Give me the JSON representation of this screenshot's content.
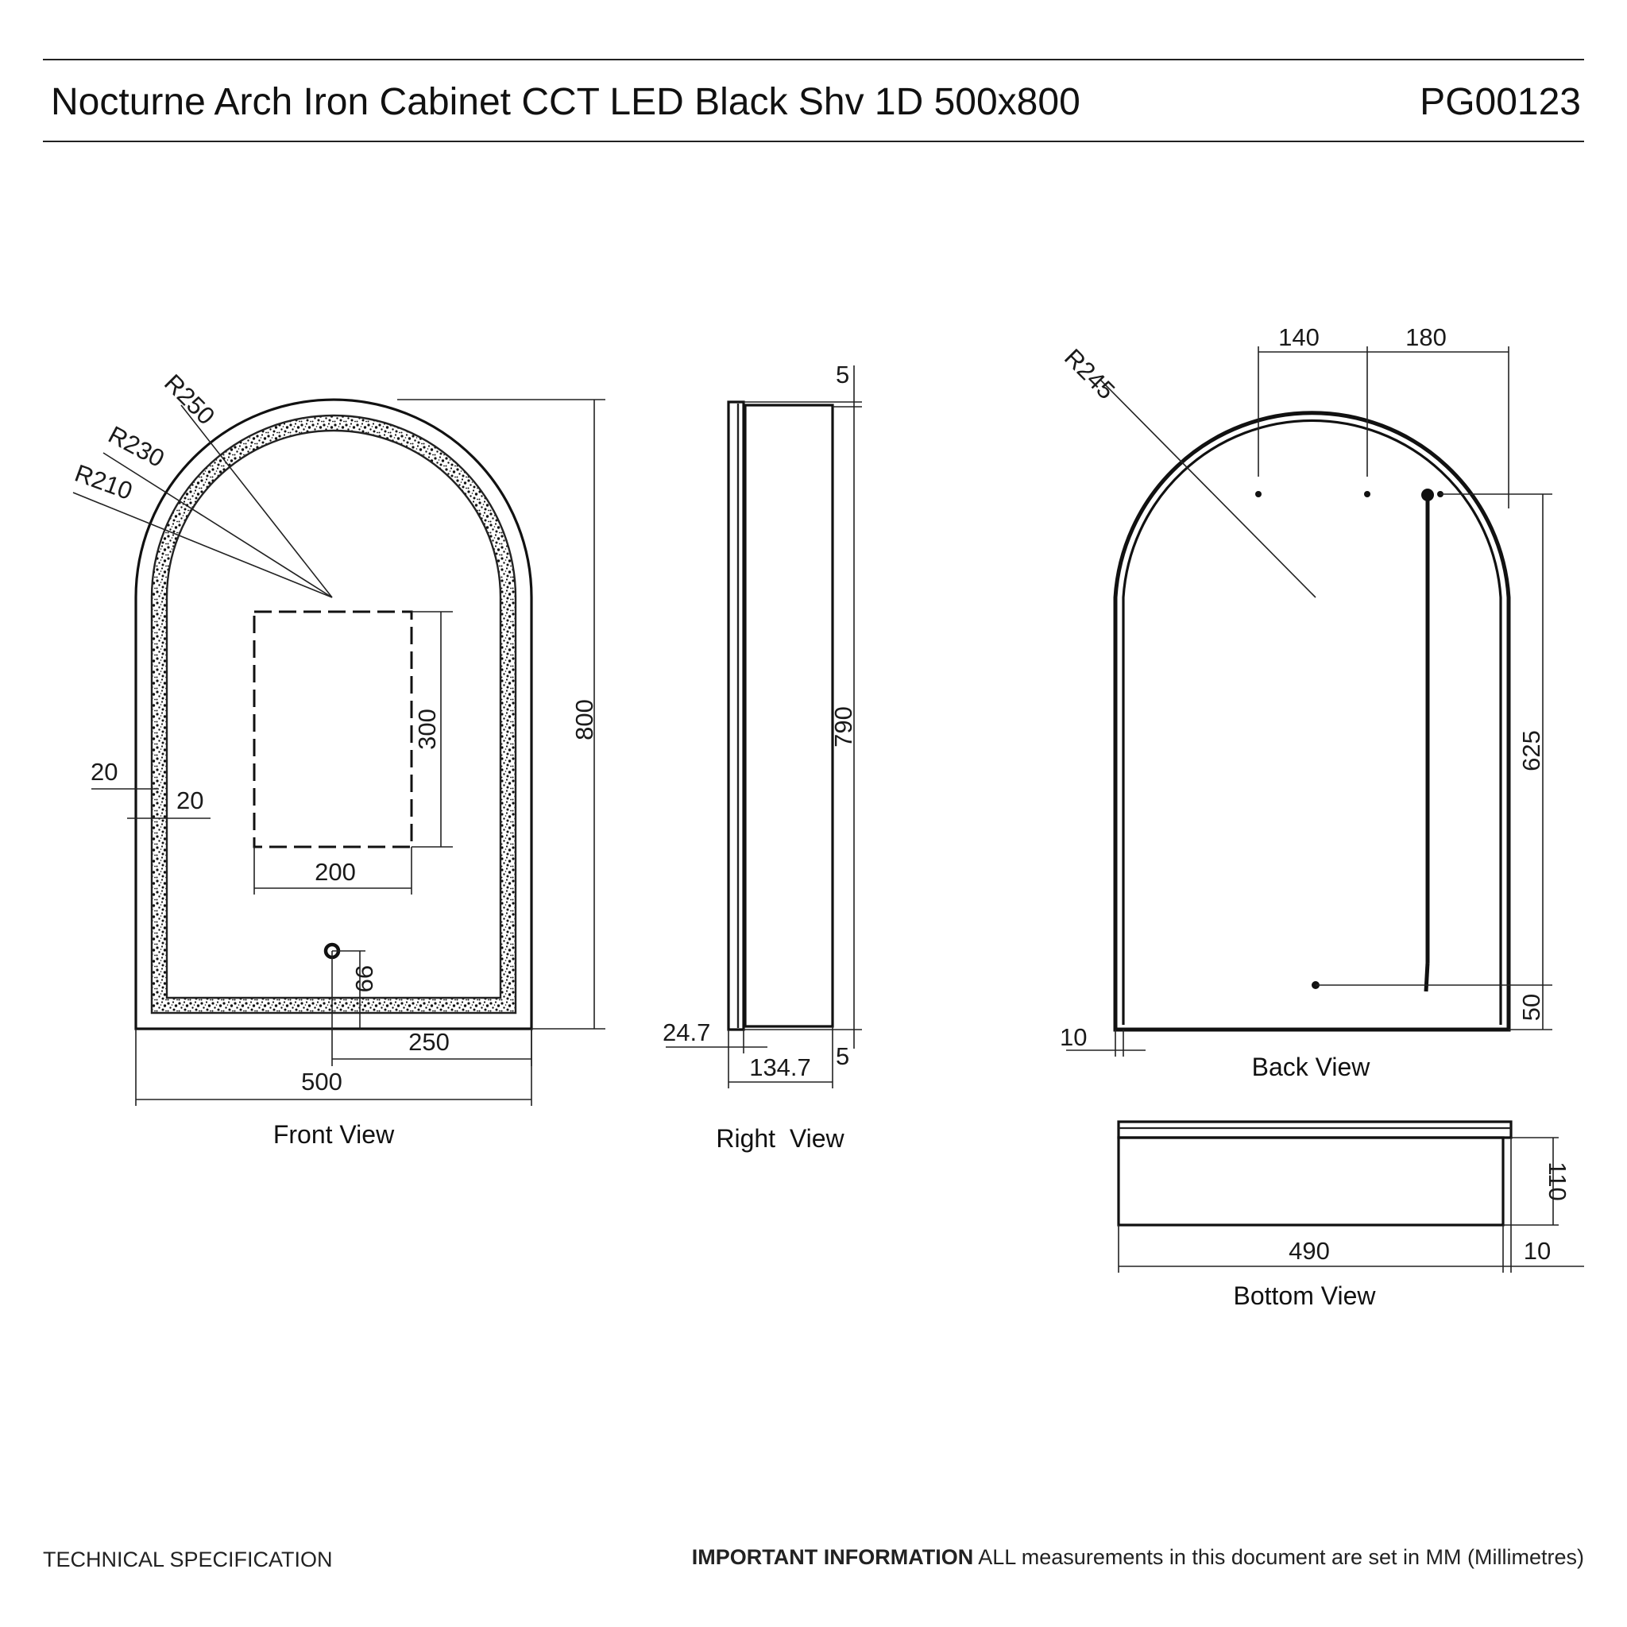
{
  "header": {
    "product_name": "Nocturne Arch Iron Cabinet CCT LED Black Shv 1D 500x800",
    "product_code": "PG00123"
  },
  "views": {
    "front": "Front View",
    "right": "Right  View",
    "back": "Back View",
    "bottom": "Bottom View"
  },
  "dimensions": {
    "front": {
      "r250": "R250",
      "r230": "R230",
      "r210": "R210",
      "height": "800",
      "width": "500",
      "half_width": "250",
      "frame_outer": "20",
      "frame_inner": "20",
      "window_height": "300",
      "window_width": "200",
      "switch_height": "99"
    },
    "right": {
      "top_gap": "5",
      "inner_height": "790",
      "front_depth": "24.7",
      "body_depth": "134.7",
      "bottom_gap": "5"
    },
    "back": {
      "radius": "R245",
      "offset_140": "140",
      "offset_180": "180",
      "height_625": "625",
      "height_50": "50",
      "margin_10": "10"
    },
    "bottom": {
      "width": "490",
      "depth": "110",
      "margin": "10"
    }
  },
  "footer": {
    "left": "TECHNICAL SPECIFICATION",
    "important_label": "IMPORTANT INFORMATION",
    "important_text": " ALL measurements in this document are set in MM (Millimetres)"
  }
}
